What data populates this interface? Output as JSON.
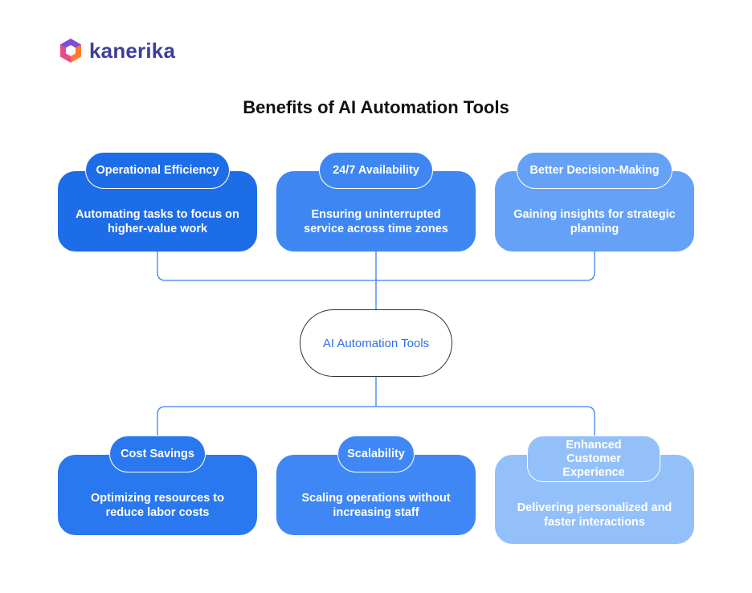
{
  "brand": {
    "name": "kanerika"
  },
  "title": "Benefits of AI Automation Tools",
  "center": {
    "label": "AI Automation Tools"
  },
  "benefits_top": [
    {
      "heading": "Operational Efficiency",
      "description": "Automating tasks to focus on higher-value work",
      "color": "#1e6de8"
    },
    {
      "heading": "24/7 Availability",
      "description": "Ensuring uninterrupted service across time zones",
      "color": "#3e86f2"
    },
    {
      "heading": "Better Decision-Making",
      "description": "Gaining insights for strategic planning",
      "color": "#64a1f7"
    }
  ],
  "benefits_bottom": [
    {
      "heading": "Cost Savings",
      "description": "Optimizing resources to reduce labor costs",
      "color": "#2a78ef"
    },
    {
      "heading": "Scalability",
      "description": "Scaling operations without increasing staff",
      "color": "#3f87f4"
    },
    {
      "heading": "Enhanced Customer Experience",
      "description": "Delivering personalized and faster interactions",
      "color": "#94c0fa"
    }
  ],
  "colors": {
    "connector": "#3b7ff0",
    "brand_text": "#3b3f9a",
    "center_text": "#2f6fe8"
  }
}
